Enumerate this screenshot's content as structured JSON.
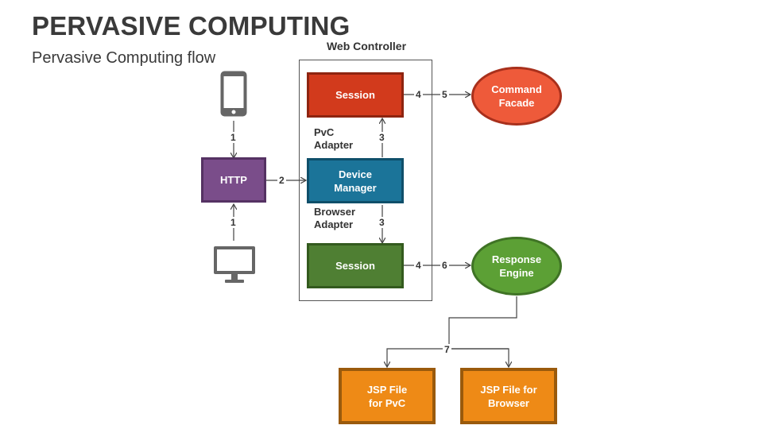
{
  "title": "PERVASIVE COMPUTING",
  "subtitle": "Pervasive Computing flow",
  "web_controller": {
    "label": "Web Controller"
  },
  "nodes": {
    "http": "HTTP",
    "session_top": "Session",
    "device_manager": "Device\nManager",
    "session_bottom": "Session",
    "command_facade": "Command\nFacade",
    "response_engine": "Response\nEngine",
    "jsp_pvc": "JSP File\nfor PvC",
    "jsp_browser": "JSP File for\nBrowser"
  },
  "labels": {
    "pvc_adapter": "PvC\nAdapter",
    "browser_adapter": "Browser\nAdapter"
  },
  "steps": {
    "phone_to_http": "1",
    "monitor_to_http": "1",
    "http_to_dm": "2",
    "dm_to_session_top": "3",
    "dm_to_session_bottom": "3",
    "session_top_out": "4",
    "to_command_facade": "5",
    "session_bottom_out": "4",
    "to_response_engine": "6",
    "to_jsp": "7"
  },
  "icons": {
    "phone": "smartphone-icon",
    "monitor": "desktop-monitor-icon"
  },
  "colors": {
    "http": "#7a4d8a",
    "session_top": "#d23a1c",
    "device_manager": "#1b7499",
    "session_bottom": "#4f7f33",
    "command_facade": "#ee5a3a",
    "response_engine": "#5ca035",
    "jsp": "#ee8a16"
  }
}
